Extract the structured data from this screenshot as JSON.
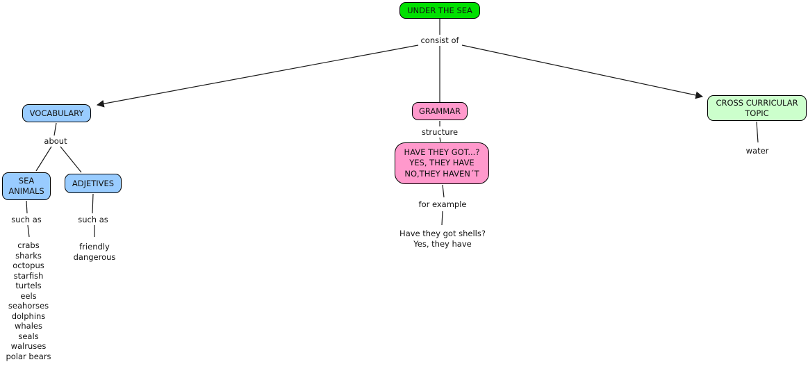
{
  "diagram": {
    "title_node": "UNDER THE SEA",
    "links": {
      "consist_of": "consist of",
      "about": "about",
      "such_as_left": "such as",
      "such_as_right": "such as",
      "structure": "structure",
      "for_example": "for example"
    },
    "nodes": {
      "vocabulary": "VOCABULARY",
      "grammar": "GRAMMAR",
      "cross_curricular": [
        "CROSS CURRICULAR",
        "TOPIC"
      ],
      "sea_animals": [
        "SEA",
        "ANIMALS"
      ],
      "adjetives": "ADJETIVES",
      "have_structure": [
        "HAVE THEY GOT...?",
        "YES, THEY HAVE",
        "NO,THEY HAVEN´T"
      ]
    },
    "leaves": {
      "animals": [
        "crabs",
        "sharks",
        "octopus",
        "starfish",
        "turtels",
        "eels",
        "seahorses",
        "dolphins",
        "whales",
        "seals",
        "walruses",
        "polar bears"
      ],
      "adjective_values": [
        "friendly",
        "dangerous"
      ],
      "example": [
        "Have they got shells?",
        "Yes, they have"
      ],
      "water": "water"
    },
    "colors": {
      "root_fill": "#00e000",
      "blue_fill": "#99ccff",
      "pink_fill": "#ff99cc",
      "green_fill": "#ccffcc",
      "border": "#000000",
      "line": "#1a1a1a"
    }
  }
}
